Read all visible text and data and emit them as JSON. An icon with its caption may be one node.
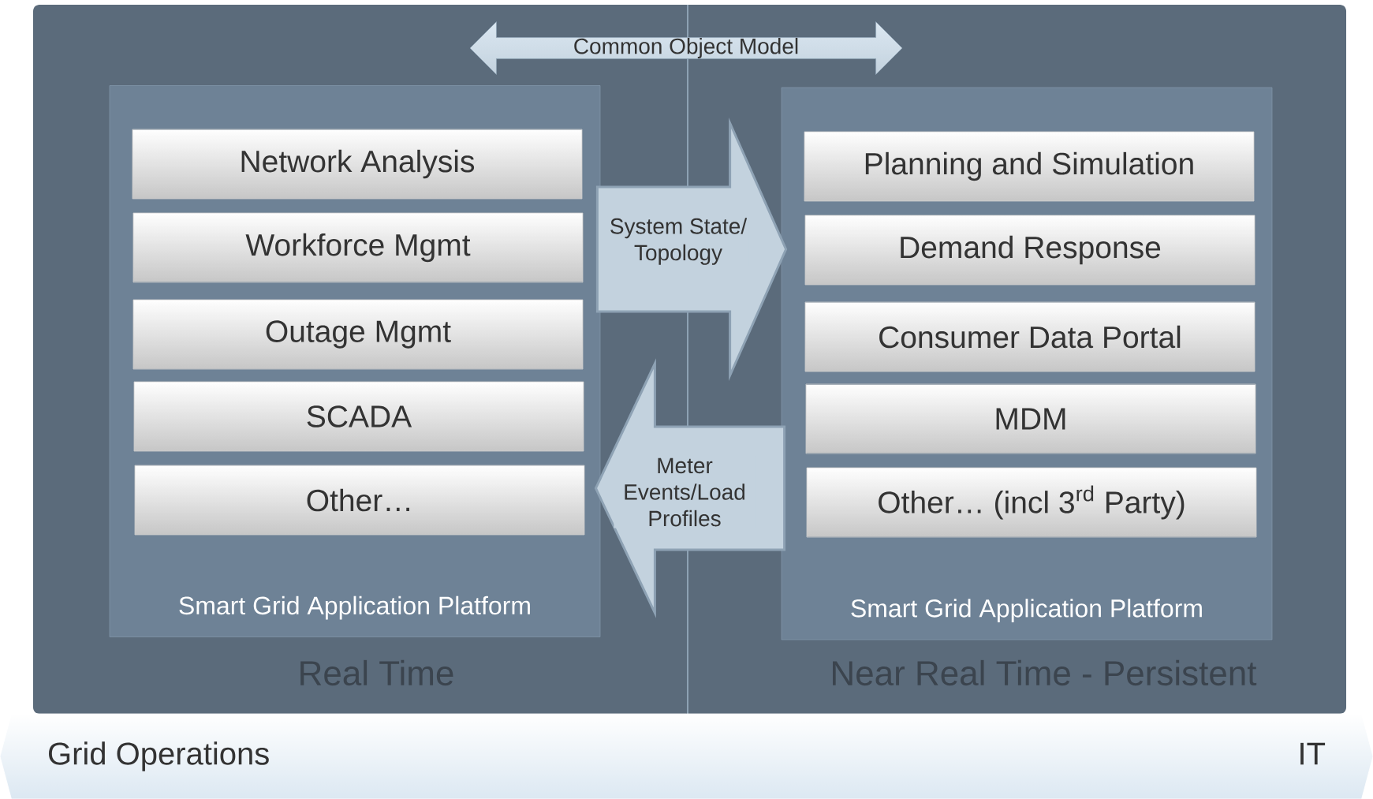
{
  "diagram": {
    "nodes": [
      {
        "text": [
          "Common Object Model"
        ]
      },
      {
        "text": [
          "Smart Grid Application Platform"
        ]
      },
      {
        "text": [
          "Network Analysis"
        ],
        "in": 1
      },
      {
        "text": [
          "Workforce Mgmt"
        ],
        "in": 1
      },
      {
        "text": [
          "Outage Mgmt"
        ],
        "in": 1
      },
      {
        "text": [
          "SCADA"
        ],
        "in": 1
      },
      {
        "text": [
          "Other…"
        ],
        "in": 1
      },
      {
        "text": [
          "Smart Grid Application Platform"
        ]
      },
      {
        "text": [
          "Planning and Simulation"
        ],
        "in": 7
      },
      {
        "text": [
          "Demand Response"
        ],
        "in": 7
      },
      {
        "text": [
          "Consumer Data Portal"
        ],
        "in": 7
      },
      {
        "text": [
          "MDM"
        ],
        "in": 7
      },
      {
        "text": [
          "Other… (incl 3$^{rd}$ Party)"
        ],
        "in": 7
      },
      {
        "text": [
          "Grid Operations",
          "IT"
        ]
      }
    ],
    "edges": [
      {
        "from": 1,
        "to": 7,
        "arrow": "to",
        "label": "System State/ Topology"
      },
      {
        "from": 7,
        "to": 1,
        "arrow": "to",
        "label": "Meter Events/Load Profiles"
      }
    ],
    "labels": [
      "Real Time",
      "Near Real Time - Persistent"
    ]
  }
}
